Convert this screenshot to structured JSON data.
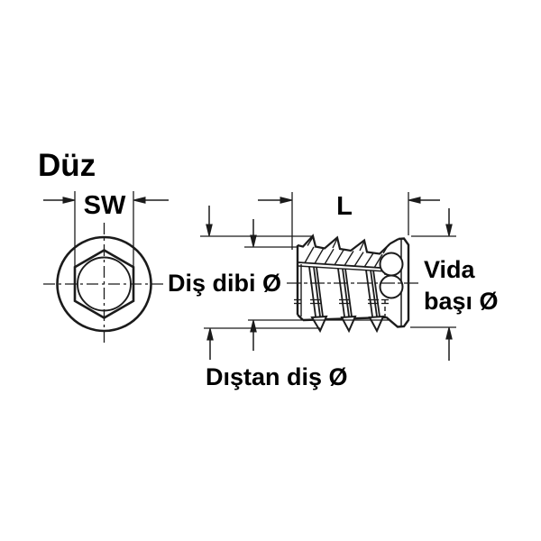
{
  "title": "Düz",
  "colors": {
    "background": "#ffffff",
    "line": "#1b1b1b",
    "text": "#000000"
  },
  "labels": {
    "wrench_size": "SW",
    "length": "L",
    "thread_root_diameter": "Diş dibi Ø",
    "head_diameter_line1": "Vida",
    "head_diameter_line2": "başı Ø",
    "outer_thread_diameter": "Dıştan diş Ø"
  }
}
